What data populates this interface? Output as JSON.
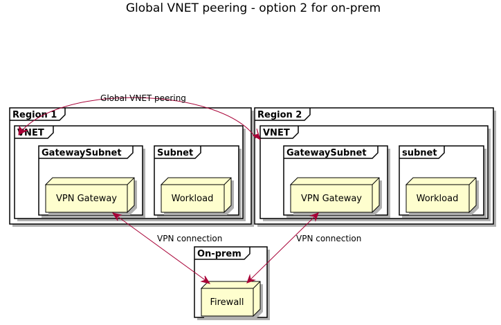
{
  "title": "Global VNET peering - option 2 for on-prem",
  "colors": {
    "edge": "#a80036",
    "node_fill": "#fefece",
    "frame_shadow": "#b0b0b0"
  },
  "frames": {
    "region1": "Region 1",
    "region1_vnet": "VNET",
    "region1_gateway_subnet": "GatewaySubnet",
    "region1_subnet": "Subnet",
    "region2": "Region 2",
    "region2_vnet": "VNET",
    "region2_gateway_subnet": "GatewaySubnet",
    "region2_subnet": "subnet",
    "onprem": "On-prem"
  },
  "nodes": {
    "region1_vpn_gateway": "VPN Gateway",
    "region1_workload": "Workload",
    "region2_vpn_gateway": "VPN Gateway",
    "region2_workload": "Workload",
    "firewall": "Firewall"
  },
  "edges": {
    "peering": "Global VNET peering",
    "vpn1": "VPN connection",
    "vpn2": "VPN connection"
  }
}
